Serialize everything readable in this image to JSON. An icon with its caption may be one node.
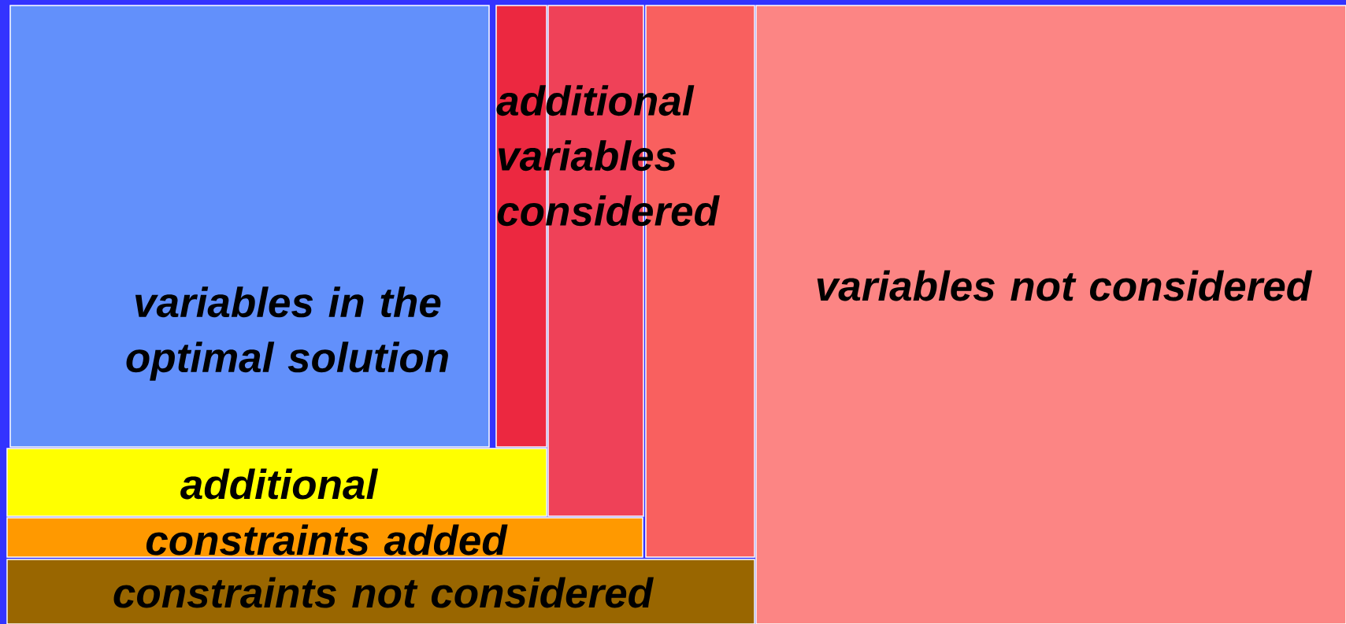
{
  "diagram": {
    "nodes": [
      {
        "text": [
          "variables in the optimal solution"
        ]
      },
      {
        "text": [],
        "shape": "box"
      },
      {
        "text": [],
        "shape": "box"
      },
      {
        "text": [],
        "shape": "box"
      },
      {
        "text": [
          "variables not considered"
        ]
      },
      {
        "text": [
          "additional"
        ]
      },
      {
        "text": [
          "constraints added"
        ]
      },
      {
        "text": [
          "constraints not considered"
        ]
      }
    ],
    "labels": [
      "additional variables considered"
    ]
  }
}
